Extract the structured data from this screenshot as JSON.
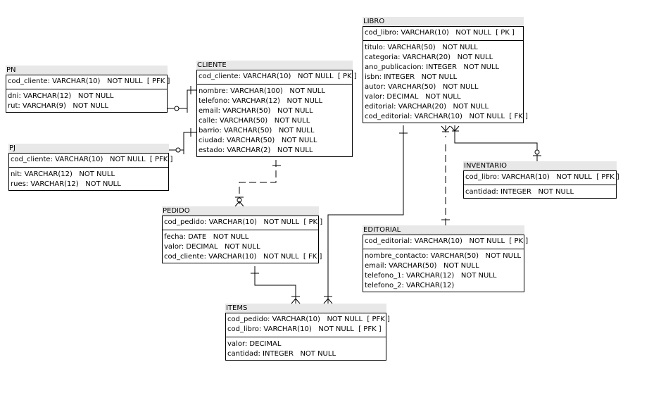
{
  "entities": {
    "pn": {
      "name": "PN",
      "pk": [
        "cod_cliente: VARCHAR(10)   NOT NULL  [ PFK ]"
      ],
      "attrs": [
        "dni: VARCHAR(12)   NOT NULL",
        "rut: VARCHAR(9)   NOT NULL"
      ]
    },
    "pj": {
      "name": "PJ",
      "pk": [
        "cod_cliente: VARCHAR(10)   NOT NULL  [ PFK ]"
      ],
      "attrs": [
        "nit: VARCHAR(12)   NOT NULL",
        "rues: VARCHAR(12)   NOT NULL"
      ]
    },
    "cliente": {
      "name": "CLIENTE",
      "pk": [
        "cod_cliente: VARCHAR(10)   NOT NULL  [ PK ]"
      ],
      "attrs": [
        "nombre: VARCHAR(100)   NOT NULL",
        "telefono: VARCHAR(12)   NOT NULL",
        "email: VARCHAR(50)   NOT NULL",
        "calle: VARCHAR(50)   NOT NULL",
        "barrio: VARCHAR(50)   NOT NULL",
        "ciudad: VARCHAR(50)   NOT NULL",
        "estado: VARCHAR(2)   NOT NULL"
      ]
    },
    "libro": {
      "name": "LIBRO",
      "pk": [
        "cod_libro: VARCHAR(10)   NOT NULL  [ PK ]"
      ],
      "attrs": [
        "titulo: VARCHAR(50)   NOT NULL",
        "categoria: VARCHAR(20)   NOT NULL",
        "ano_publicacion: INTEGER   NOT NULL",
        "isbn: INTEGER   NOT NULL",
        "autor: VARCHAR(50)   NOT NULL",
        "valor: DECIMAL   NOT NULL",
        "editorial: VARCHAR(20)   NOT NULL",
        "cod_editorial: VARCHAR(10)   NOT NULL  [ FK ]"
      ]
    },
    "inventario": {
      "name": "INVENTARIO",
      "pk": [
        "cod_libro: VARCHAR(10)   NOT NULL  [ PFK ]"
      ],
      "attrs": [
        "cantidad: INTEGER   NOT NULL"
      ]
    },
    "pedido": {
      "name": "PEDIDO",
      "pk": [
        "cod_pedido: VARCHAR(10)   NOT NULL  [ PK ]"
      ],
      "attrs": [
        "fecha: DATE   NOT NULL",
        "valor: DECIMAL   NOT NULL",
        "cod_cliente: VARCHAR(10)   NOT NULL  [ FK ]"
      ]
    },
    "editorial": {
      "name": "EDITORIAL",
      "pk": [
        "cod_editorial: VARCHAR(10)   NOT NULL  [ PK ]"
      ],
      "attrs": [
        "nombre_contacto: VARCHAR(50)   NOT NULL",
        "email: VARCHAR(50)   NOT NULL",
        "telefono_1: VARCHAR(12)   NOT NULL",
        "telefono_2: VARCHAR(12)"
      ]
    },
    "items": {
      "name": "ITEMS",
      "pk": [
        "cod_pedido: VARCHAR(10)   NOT NULL  [ PFK ]",
        "cod_libro: VARCHAR(10)   NOT NULL  [ PFK ]"
      ],
      "attrs": [
        "valor: DECIMAL",
        "cantidad: INTEGER   NOT NULL"
      ]
    }
  },
  "relationships": [
    {
      "from": "CLIENTE",
      "to": "PN",
      "style": "solid"
    },
    {
      "from": "CLIENTE",
      "to": "PJ",
      "style": "solid"
    },
    {
      "from": "CLIENTE",
      "to": "PEDIDO",
      "style": "dashed"
    },
    {
      "from": "PEDIDO",
      "to": "ITEMS",
      "style": "solid"
    },
    {
      "from": "LIBRO",
      "to": "ITEMS",
      "style": "solid"
    },
    {
      "from": "EDITORIAL",
      "to": "LIBRO",
      "style": "dashed"
    },
    {
      "from": "LIBRO",
      "to": "INVENTARIO",
      "style": "solid"
    }
  ],
  "colors": {
    "title_bar": "#e8e8e8",
    "line": "#000000",
    "background": "#ffffff"
  }
}
